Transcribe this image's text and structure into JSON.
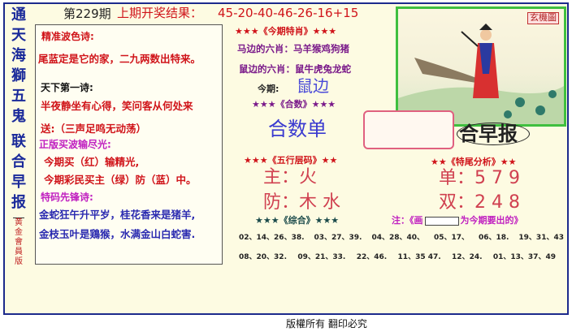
{
  "side_title": [
    "通",
    "天",
    "海",
    "獅",
    "五",
    "鬼",
    "联",
    "合",
    "早",
    "报"
  ],
  "side_subtitle": "黄金會員版",
  "issue": "第229期",
  "last_result_label": "上期开奖结果：",
  "last_result": "45-20-40-46-26-16+15",
  "left": {
    "poem1_title": "精准波色诗:",
    "poem1": "尾蓝定是它的家，二九两数出特来。",
    "poem2_title": "天下第一诗:",
    "poem2": "半夜静坐有心得，笑问客从何处来",
    "gift": "送:（三声足鸣无动荡）",
    "wave_title": "正版买波输尽光:",
    "wave1": "今期买（红）输精光,",
    "wave2": "今期彩民买主（绿）防（蓝）中。",
    "poem3_title": "特码先锋诗:",
    "poem3a": "金蛇狂午升平岁，桂花香来是猪羊,",
    "poem3b": "金枝玉叶是鶏猴，水满金山白蛇害."
  },
  "zodiac": {
    "title": "★★★《今期特肖》★★★",
    "horse_side": "马边的六肖：马羊猴鸡狗猪",
    "rat_side": "鼠边的六肖：鼠牛虎兔龙蛇",
    "this_label": "今期:",
    "this_value": "鼠边"
  },
  "sum": {
    "title": "★★★《合数》★★★",
    "value": "合数单"
  },
  "brand": "合早报",
  "elements": {
    "title": "★★★《五行层码》★★",
    "main": "主：火",
    "guard": "防：木 水"
  },
  "tail": {
    "title": "★★《特尾分析》★★",
    "odd": "单：5 7 9",
    "even": "双：2 4 8"
  },
  "combined": {
    "title": "★★★《综合》★★★",
    "note_pre": "注：《画",
    "note_post": "为今期要出的》",
    "row1": [
      "02、14、26、38.",
      "03、27、39.",
      "04、28、40、",
      "05、17、",
      "06、18.",
      "19、31、43"
    ],
    "row2": [
      "08、20、32.",
      "09、21、33.",
      "22、46.",
      "11、35 47.",
      "12、24.",
      "01、13、37、49"
    ]
  },
  "pic_label": "玄機圖",
  "footer": "版權所有 翻印必究"
}
